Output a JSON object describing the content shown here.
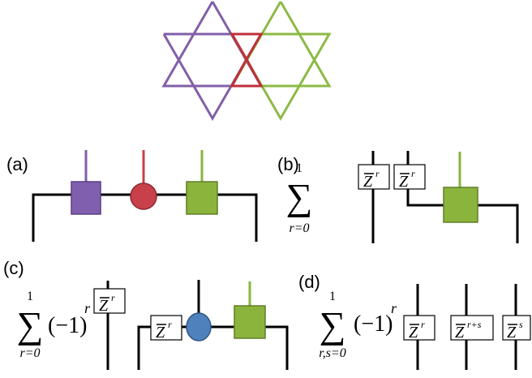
{
  "colors": {
    "purple": "#7f5fae",
    "red": "#c8404a",
    "green": "#8ab43c",
    "blue": "#4f81bd",
    "tri_purple": "#8060a8",
    "tri_red": "#c0303a",
    "tri_green": "#8cba46"
  },
  "panels": {
    "a": {
      "label": "(a)"
    },
    "b": {
      "label": "(b)"
    },
    "c": {
      "label": "(c)"
    },
    "d": {
      "label": "(d)"
    }
  },
  "math": {
    "sum_symbol": "∑",
    "upper": "1",
    "lower_r": "r=0",
    "lower_rs": "r,s=0",
    "sign_factor": "(−1)",
    "sign_exp": "r",
    "z": "Z",
    "exp_r": "r",
    "exp_rs": "r+s",
    "exp_s": "s"
  }
}
